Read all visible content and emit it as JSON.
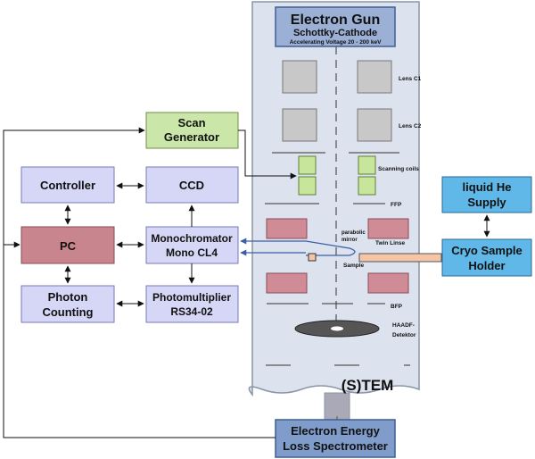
{
  "colors": {
    "column_fill": "#dce2ee",
    "column_stroke": "#8a94a6",
    "gun_fill": "#9cb0d6",
    "gun_stroke": "#3f5f94",
    "eels_fill": "#7f9ccb",
    "lavender": "#d6d6f7",
    "pc_fill": "#c9858d",
    "scan_fill": "#cbe6a9",
    "green_box": "#c7e59b",
    "pink_lens": "#cf8c96",
    "grey_lens": "#c8c8c8",
    "cyan_box": "#5fb8e8",
    "sample_rod": "#f5c5a8",
    "stub_fill": "#a9a9b8"
  },
  "stem": {
    "gun_title": "Electron Gun",
    "gun_subtitle": "Schottky-Cathode",
    "gun_voltage": "Accelerating Voltage 20 - 200 keV",
    "lens_c1": "Lens C1",
    "lens_c2": "Lens C2",
    "scanning_coils": "Scanning coils",
    "ffp": "FFP",
    "parabolic_mirror_1": "parabolic",
    "parabolic_mirror_2": "mirror",
    "twin_lens": "Twin Linse",
    "sample": "Sample",
    "bfp": "BFP",
    "haadf_1": "HAADF-",
    "haadf_2": "Detektor",
    "label": "(S)TEM"
  },
  "blocks": {
    "scan_generator_1": "Scan",
    "scan_generator_2": "Generator",
    "controller": "Controller",
    "ccd": "CCD",
    "pc": "PC",
    "monochromator_1": "Monochromator",
    "monochromator_2": "Mono CL4",
    "photon_counting_1": "Photon",
    "photon_counting_2": "Counting",
    "photomultiplier_1": "Photomultiplier",
    "photomultiplier_2": "RS34-02",
    "liquid_he_1": "liquid He",
    "liquid_he_2": "Supply",
    "cryo_holder_1": "Cryo Sample",
    "cryo_holder_2": "Holder",
    "eels_1": "Electron Energy",
    "eels_2": "Loss Spectrometer"
  }
}
